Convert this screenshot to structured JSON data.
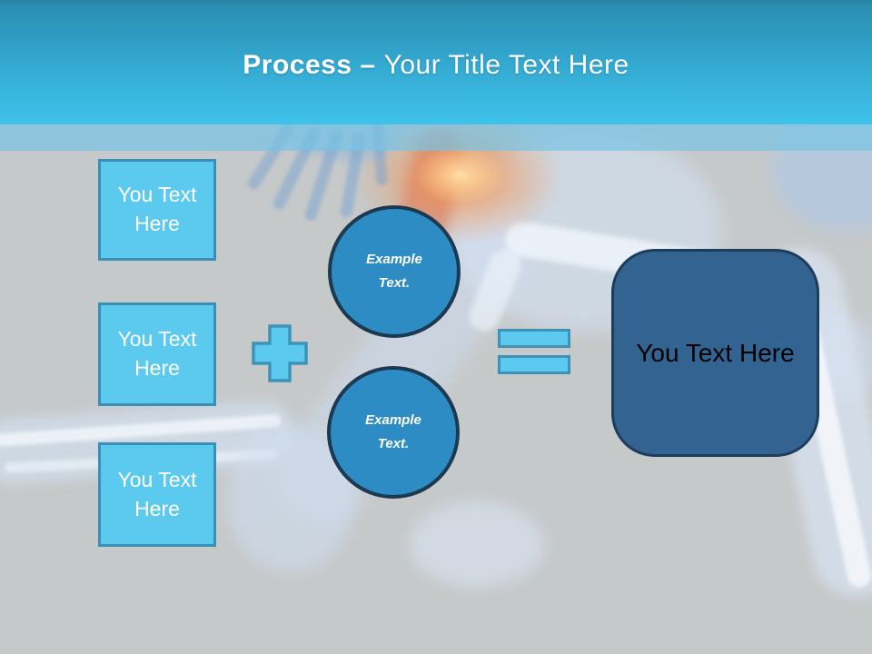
{
  "slide_title": {
    "bold_text": "Process –",
    "regular_text": "Your Title Text Here"
  },
  "process_boxes": [
    {
      "label": "You Text Here"
    },
    {
      "label": "You Text Here"
    },
    {
      "label": "You Text Here"
    }
  ],
  "operators": [
    {
      "icon": "plus-icon"
    },
    {
      "icon": "equals-icon"
    }
  ],
  "example_circles": [
    {
      "label": "Example Text."
    },
    {
      "label": "Example Text."
    }
  ],
  "result_box": {
    "label": "You Text Here"
  },
  "colors": {
    "header_gradient_top": "#2b8db2",
    "header_gradient_bottom": "#3ec2ea",
    "accent_band": "#8fc6de",
    "body_background": "#c6c9ca",
    "placeholder_fill": "#5ccaee",
    "placeholder_border": "#3a8fb6",
    "circle_fill": "#2d8cc3",
    "circle_border": "#1b3a52",
    "result_fill": "#336390",
    "result_border": "#1e3c5c",
    "title_text": "#ffffff",
    "result_text": "#000000",
    "hip_glow": "#ff8737"
  }
}
